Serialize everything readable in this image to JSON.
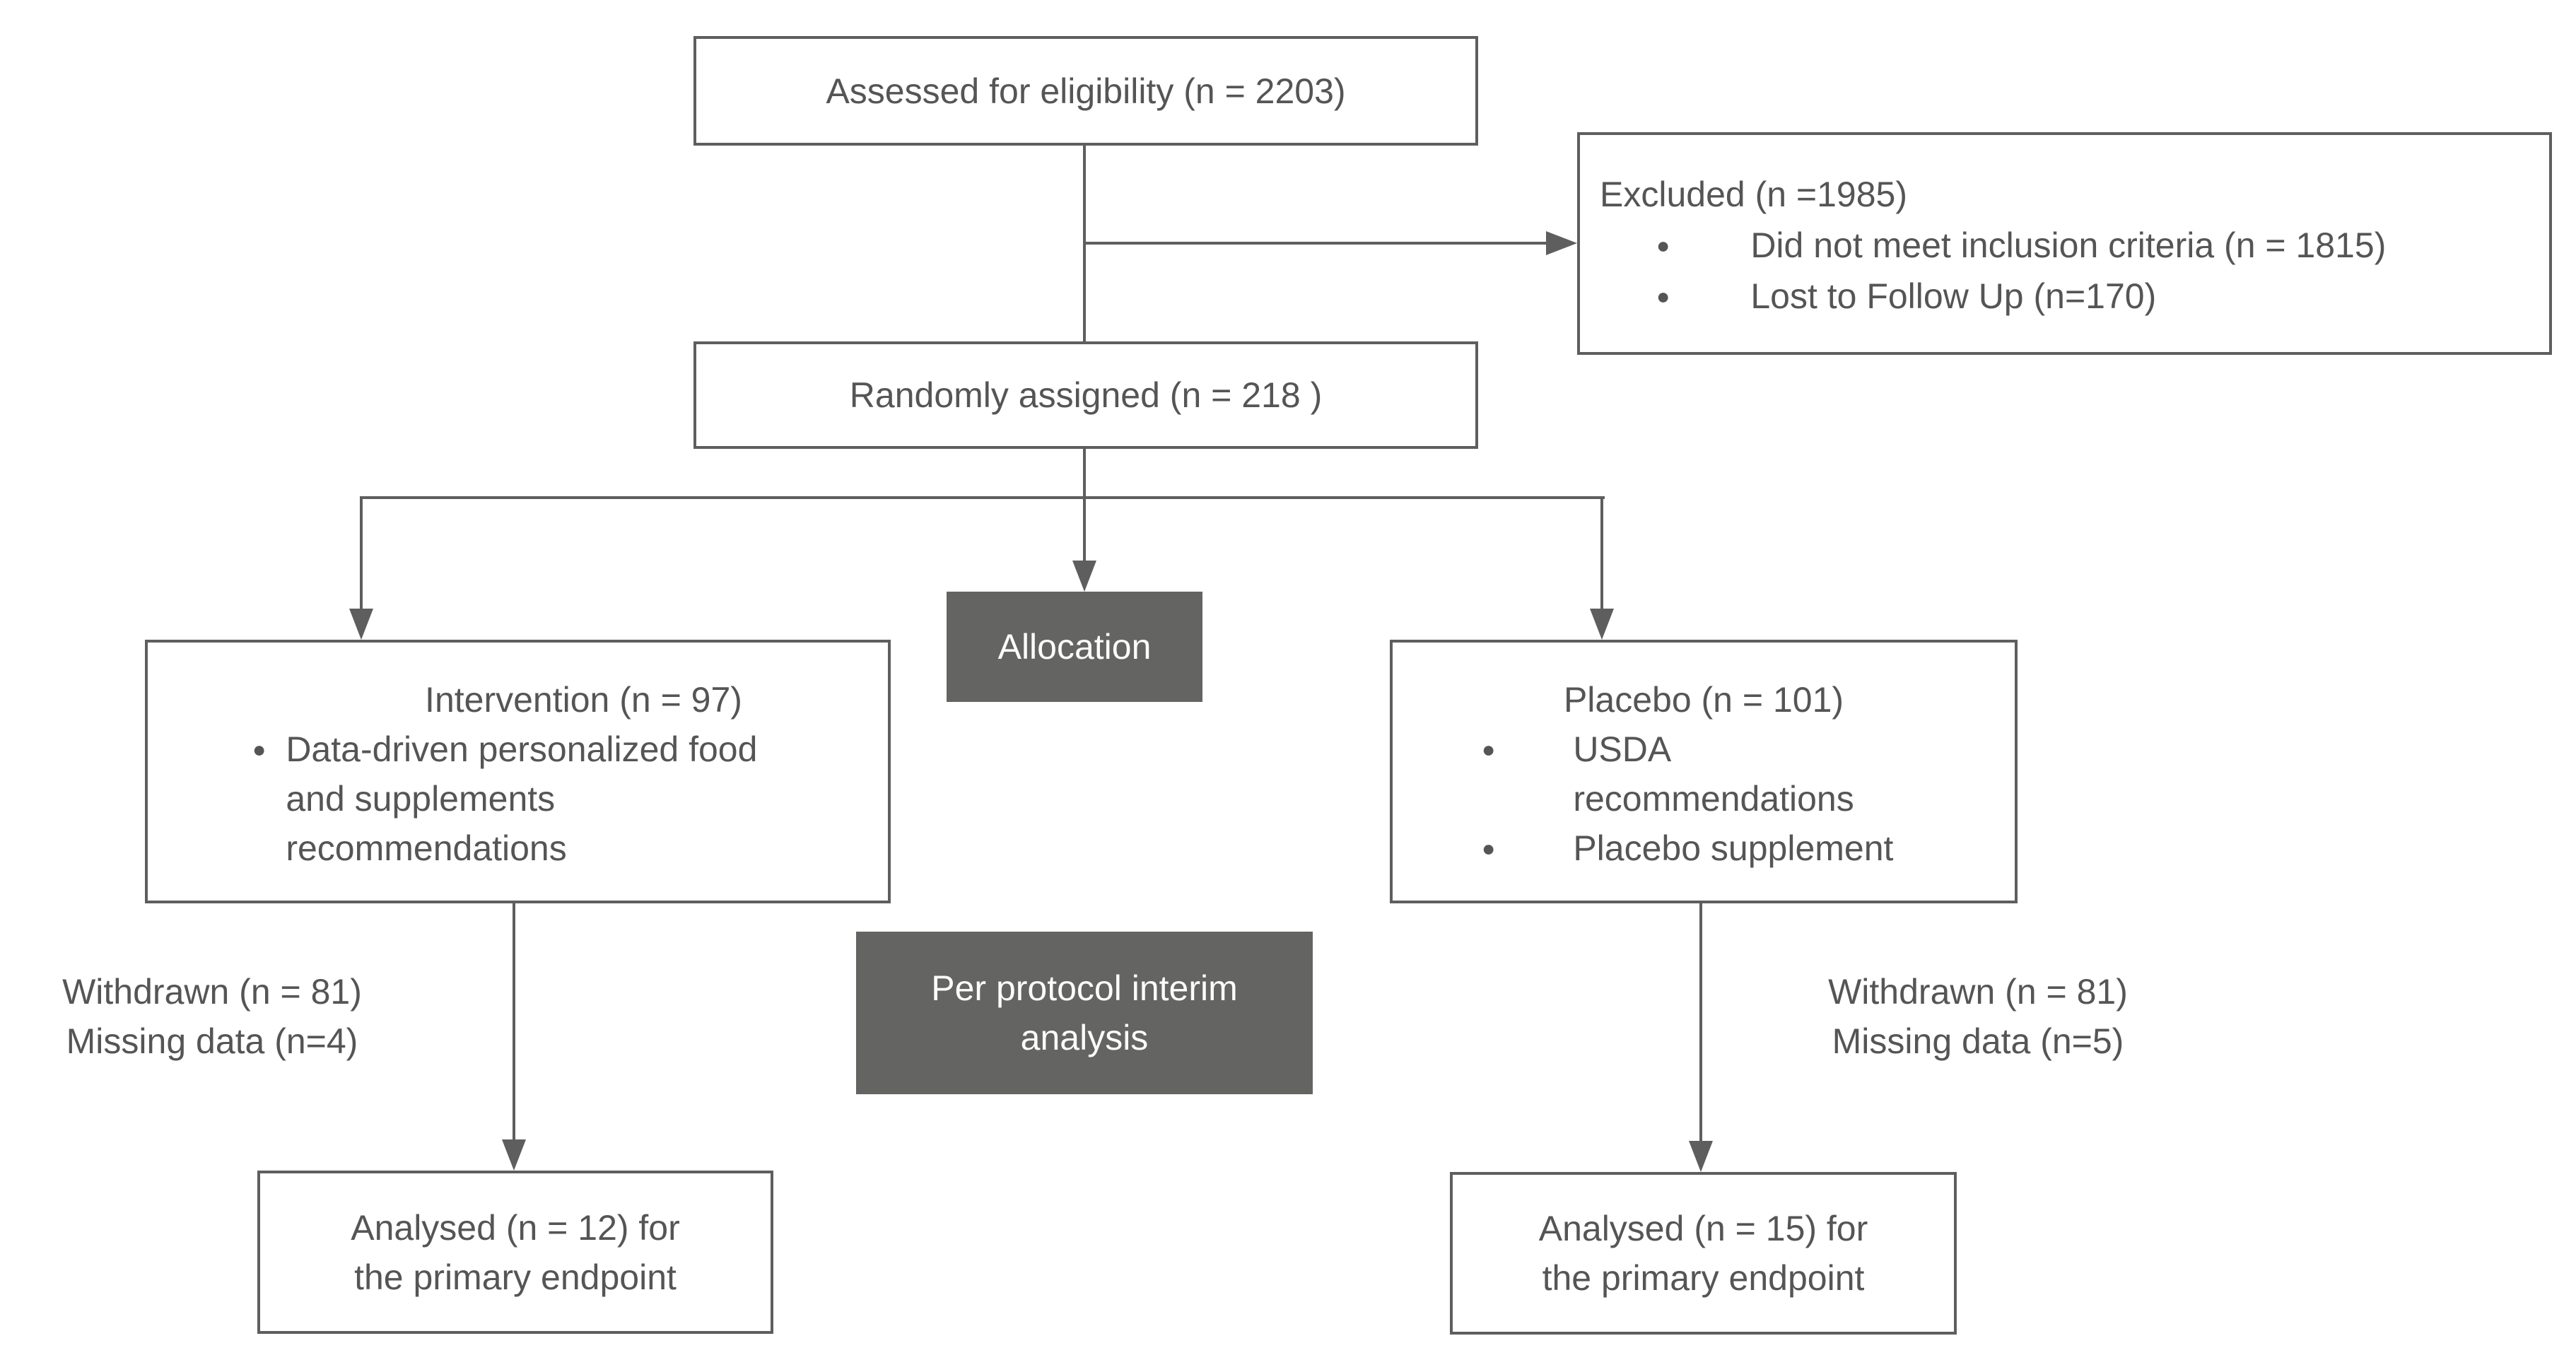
{
  "nodes": {
    "assessed": {
      "label": "Assessed for eligibility (n = 2203)"
    },
    "excluded": {
      "title": "Excluded (n =1985)",
      "bullets": [
        "Did not meet inclusion criteria (n = 1815)",
        "Lost to Follow Up (n=170)"
      ]
    },
    "randomized": {
      "label": "Randomly assigned (n = 218 )"
    },
    "allocation_banner": {
      "label": "Allocation"
    },
    "intervention": {
      "title": "Intervention (n = 97)",
      "bullets": [
        "Data-driven personalized food and supplements recommendations"
      ]
    },
    "placebo": {
      "title": "Placebo (n = 101)",
      "bullets": [
        "USDA recommendations",
        "Placebo supplement"
      ]
    },
    "per_protocol_banner": {
      "label": "Per protocol interim analysis"
    },
    "withdrawn_left": {
      "lines": [
        "Withdrawn (n = 81)",
        "Missing data (n=4)"
      ]
    },
    "withdrawn_right": {
      "lines": [
        "Withdrawn (n = 81)",
        "Missing data (n=5)"
      ]
    },
    "analysed_left": {
      "label": "Analysed (n = 12) for the primary endpoint"
    },
    "analysed_right": {
      "label": "Analysed (n = 15) for the primary endpoint"
    }
  },
  "icons": {
    "bullet": "●"
  },
  "colors": {
    "line": "#5e5e5e",
    "text": "#555555",
    "banner_fill": "#646462",
    "banner_text": "#fcfcfc",
    "box_fill": "#ffffff"
  }
}
